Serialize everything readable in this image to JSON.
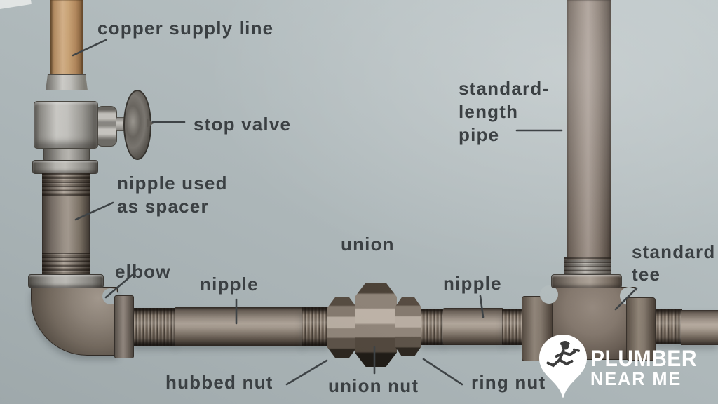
{
  "diagram": {
    "labels": {
      "copper_supply_line": "copper supply line",
      "stop_valve": "stop valve",
      "nipple_spacer": [
        "nipple used",
        "as spacer"
      ],
      "standard_length_pipe": [
        "standard-",
        "length",
        "pipe"
      ],
      "union": "union",
      "elbow": "elbow",
      "nipple_left": "nipple",
      "nipple_right": "nipple",
      "standard_tee": [
        "standard",
        "tee"
      ],
      "hubbed_nut": "hubbed nut",
      "union_nut": "union nut",
      "ring_nut": "ring nut"
    },
    "colors": {
      "background": "#b7c1c3",
      "label_text": "#3b4043",
      "copper_pipe": "#d3a977",
      "steel_pipe_light": "#bdb0a3",
      "steel_pipe_dark": "#3a312a",
      "valve_silver": "#d3d1cc"
    },
    "icons": [
      "location-pin-icon",
      "running-plumber-icon"
    ]
  },
  "logo": {
    "line1": "PLUMBER",
    "line2": "NEAR ME",
    "color": "#ffffff"
  }
}
